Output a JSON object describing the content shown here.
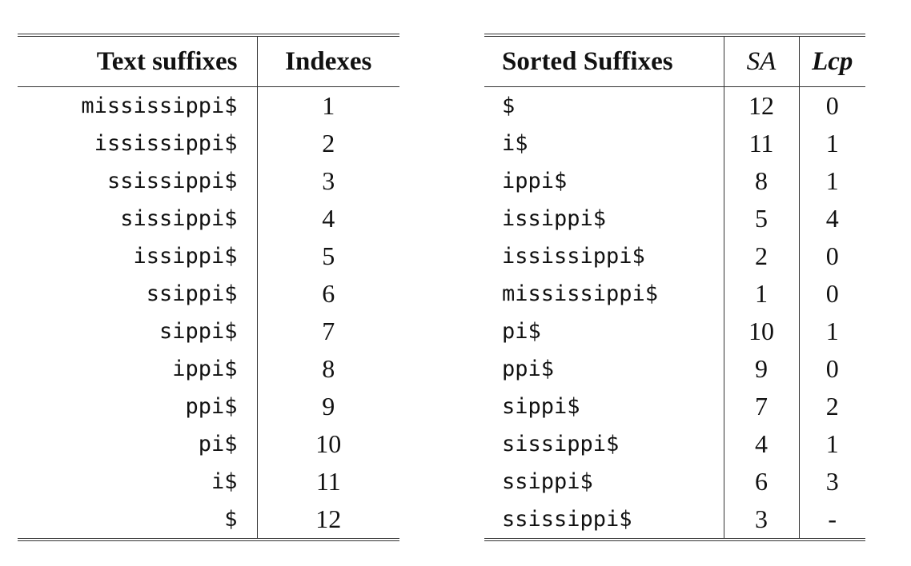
{
  "left_table": {
    "headers": [
      "Text suffixes",
      "Indexes"
    ],
    "rows": [
      {
        "suffix": "mississippi$",
        "index": "1"
      },
      {
        "suffix": "ississippi$",
        "index": "2"
      },
      {
        "suffix": "ssissippi$",
        "index": "3"
      },
      {
        "suffix": "sissippi$",
        "index": "4"
      },
      {
        "suffix": "issippi$",
        "index": "5"
      },
      {
        "suffix": "ssippi$",
        "index": "6"
      },
      {
        "suffix": "sippi$",
        "index": "7"
      },
      {
        "suffix": "ippi$",
        "index": "8"
      },
      {
        "suffix": "ppi$",
        "index": "9"
      },
      {
        "suffix": "pi$",
        "index": "10"
      },
      {
        "suffix": "i$",
        "index": "11"
      },
      {
        "suffix": "$",
        "index": "12"
      }
    ]
  },
  "right_table": {
    "headers": [
      "Sorted Suffixes",
      "SA",
      "Lcp"
    ],
    "rows": [
      {
        "suffix": "$",
        "sa": "12",
        "lcp": "0"
      },
      {
        "suffix": "i$",
        "sa": "11",
        "lcp": "1"
      },
      {
        "suffix": "ippi$",
        "sa": "8",
        "lcp": "1"
      },
      {
        "suffix": "issippi$",
        "sa": "5",
        "lcp": "4"
      },
      {
        "suffix": "ississippi$",
        "sa": "2",
        "lcp": "0"
      },
      {
        "suffix": "mississippi$",
        "sa": "1",
        "lcp": "0"
      },
      {
        "suffix": "pi$",
        "sa": "10",
        "lcp": "1"
      },
      {
        "suffix": "ppi$",
        "sa": "9",
        "lcp": "0"
      },
      {
        "suffix": "sippi$",
        "sa": "7",
        "lcp": "2"
      },
      {
        "suffix": "sissippi$",
        "sa": "4",
        "lcp": "1"
      },
      {
        "suffix": "ssippi$",
        "sa": "6",
        "lcp": "3"
      },
      {
        "suffix": "ssissippi$",
        "sa": "3",
        "lcp": "-"
      }
    ]
  }
}
